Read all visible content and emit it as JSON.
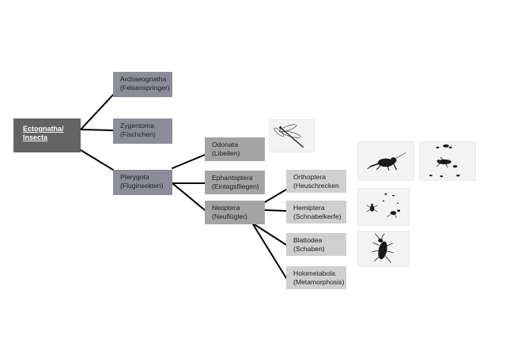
{
  "tree": {
    "root": {
      "line1": "Ectognatha/",
      "line2": "Insecta"
    },
    "archaeognatha": {
      "line1": "Archaeognatha",
      "line2": "(Felsenspringer)"
    },
    "zygentoma": {
      "line1": "Zygentoma",
      "line2": "(Fischchen)"
    },
    "pterygota": {
      "line1": "Pterygota",
      "line2": "(Fluginsekten)"
    },
    "odonata": {
      "line1": "Odonata",
      "line2": "(Libellen)"
    },
    "ephemeroptera": {
      "line1": "Ephantoptera",
      "line2": "(Eintagsfliegen)"
    },
    "neoptera": {
      "line1": "Neoptera",
      "line2": "(Neuflügler)"
    },
    "orthoptera": {
      "line1": "Orthoptera",
      "line2": "(Heuschrecken"
    },
    "hemiptera": {
      "line1": "Hemiptera",
      "line2": "(Schnabelkerfe)"
    },
    "blattodea": {
      "line1": "Blattodea",
      "line2": "(Schaben)"
    },
    "holometabola": {
      "line1": "Holometabola",
      "line2": "(Metamorphosis)"
    }
  },
  "colors": {
    "root": "#636363",
    "level1": "#8d8d99",
    "level2": "#a4a4a4",
    "level3": "#cfcfcf",
    "connector": "#000000"
  },
  "illustrations": [
    {
      "icon": "dragonfly-icon",
      "subject": "dragonfly"
    },
    {
      "icon": "cricket-icon",
      "subject": "cricket"
    },
    {
      "icon": "beetles-icon",
      "subject": "beetles"
    },
    {
      "icon": "bugs-icon",
      "subject": "small bugs"
    },
    {
      "icon": "stink-bug-icon",
      "subject": "bug"
    }
  ]
}
